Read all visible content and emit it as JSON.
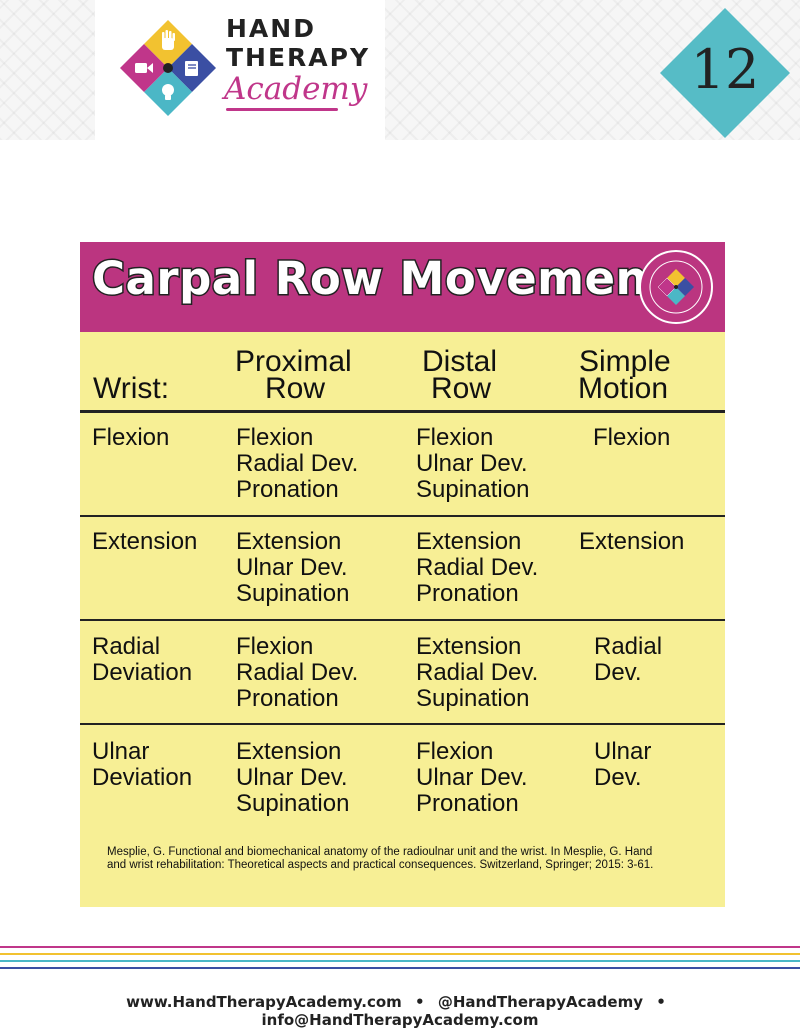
{
  "brand": {
    "line1": "HAND",
    "line2": "THERAPY",
    "script": "Academy",
    "colors": {
      "yellow": "#f2c230",
      "blue": "#3b4fa3",
      "teal": "#4bb7c6",
      "magenta": "#c0368a"
    },
    "quadrant_icons": [
      "hand-icon",
      "book-icon",
      "lightbulb-icon",
      "video-icon"
    ]
  },
  "page_number": "12",
  "card": {
    "title": "Carpal Row Movements",
    "header_color": "#bb3580",
    "body_color": "#f7ef95",
    "columns": {
      "wrist": "Wrist:",
      "proximal": [
        "Proximal",
        "Row"
      ],
      "distal": [
        "Distal",
        "Row"
      ],
      "simple": [
        "Simple",
        "Motion"
      ]
    },
    "rows": [
      {
        "wrist": [
          "Flexion"
        ],
        "proximal": [
          "Flexion",
          "Radial Dev.",
          "Pronation"
        ],
        "distal": [
          "Flexion",
          "Ulnar Dev.",
          "Supination"
        ],
        "simple": [
          "Flexion"
        ]
      },
      {
        "wrist": [
          "Extension"
        ],
        "proximal": [
          "Extension",
          "Ulnar Dev.",
          "Supination"
        ],
        "distal": [
          "Extension",
          "Radial Dev.",
          "Pronation"
        ],
        "simple": [
          "Extension"
        ]
      },
      {
        "wrist": [
          "Radial",
          "Deviation"
        ],
        "proximal": [
          "Flexion",
          "Radial Dev.",
          "Pronation"
        ],
        "distal": [
          "Extension",
          "Radial Dev.",
          "Supination"
        ],
        "simple": [
          "Radial",
          "Dev."
        ]
      },
      {
        "wrist": [
          "Ulnar",
          "Deviation"
        ],
        "proximal": [
          "Extension",
          "Ulnar Dev.",
          "Supination"
        ],
        "distal": [
          "Flexion",
          "Ulnar Dev.",
          "Pronation"
        ],
        "simple": [
          "Ulnar",
          "Dev."
        ]
      }
    ],
    "citation": [
      "Mesplie, G.  Functional and biomechanical anatomy of the radioulnar unit and the wrist.  In Mesplie, G. Hand",
      "and wrist rehabilitation: Theoretical aspects and practical consequences. Switzerland, Springer; 2015: 3-61."
    ]
  },
  "footer": {
    "website": "www.HandTherapyAcademy.com",
    "social": "@HandTherapyAcademy",
    "email": "info@HandTherapyAcademy.com",
    "separator": "•",
    "stripe_colors": [
      "#c0368a",
      "#f2c230",
      "#4bb7c6",
      "#3b4fa3"
    ]
  }
}
